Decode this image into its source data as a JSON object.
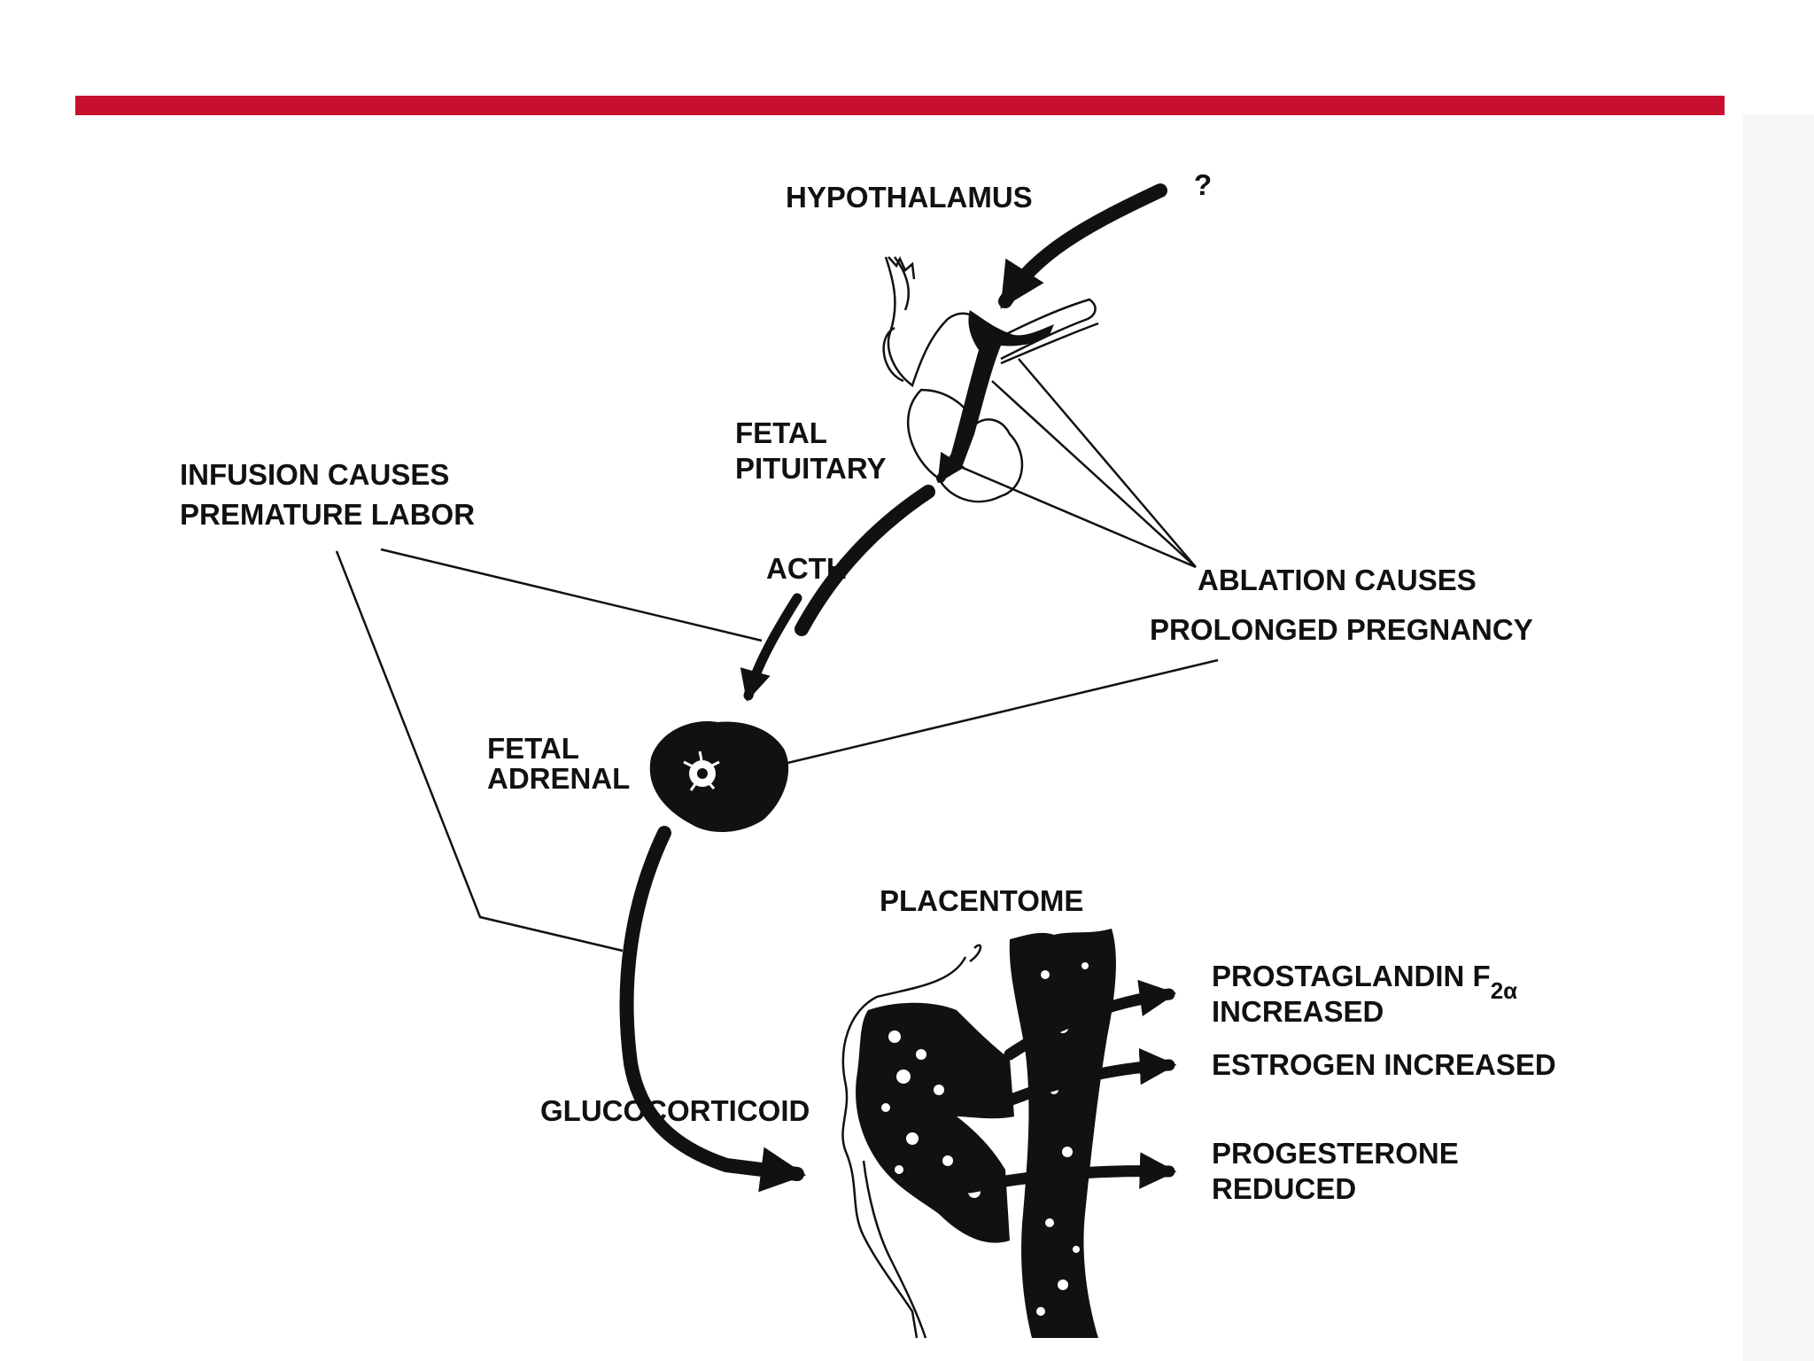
{
  "colors": {
    "accent_bar": "#c8102e",
    "ink": "#111111",
    "background": "#ffffff"
  },
  "labels": {
    "hypothalamus": "HYPOTHALAMUS",
    "question": "?",
    "fetal_pituitary_1": "FETAL",
    "fetal_pituitary_2": "PITUITARY",
    "infusion_1": "INFUSION CAUSES",
    "infusion_2": "PREMATURE LABOR",
    "acth": "ACTH",
    "ablation_1": "ABLATION CAUSES",
    "ablation_2": "PROLONGED PREGNANCY",
    "fetal_adrenal_1": "FETAL",
    "fetal_adrenal_2": "ADRENAL",
    "placentome": "PLACENTOME",
    "glucocorticoid": "GLUCOCORTICOID",
    "prostaglandin": "PROSTAGLANDIN F",
    "prostaglandin_sub": "2α",
    "prostaglandin_2": "INCREASED",
    "estrogen": "ESTROGEN INCREASED",
    "progesterone_1": "PROGESTERONE",
    "progesterone_2": "REDUCED"
  }
}
